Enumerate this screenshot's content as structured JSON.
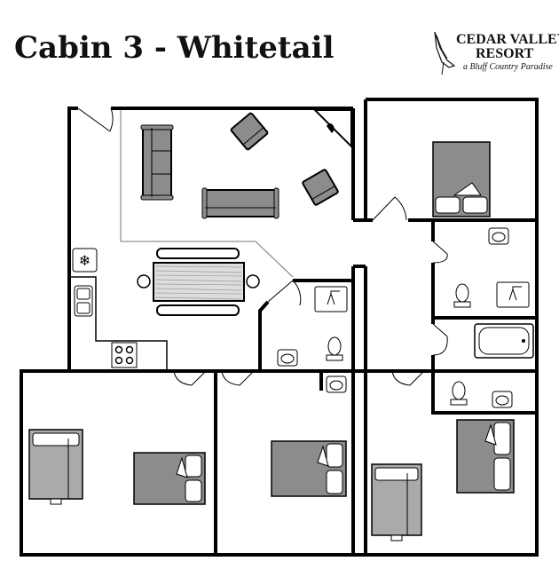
{
  "title": "Cabin 3 - Whitetail",
  "logo": {
    "line1": "CEDAR VALLEY",
    "line2": "RESORT",
    "tagline": "a Bluff Country Paradise"
  },
  "colors": {
    "wall": "#000000",
    "furniture": "#8c8c8c",
    "background": "#ffffff"
  }
}
